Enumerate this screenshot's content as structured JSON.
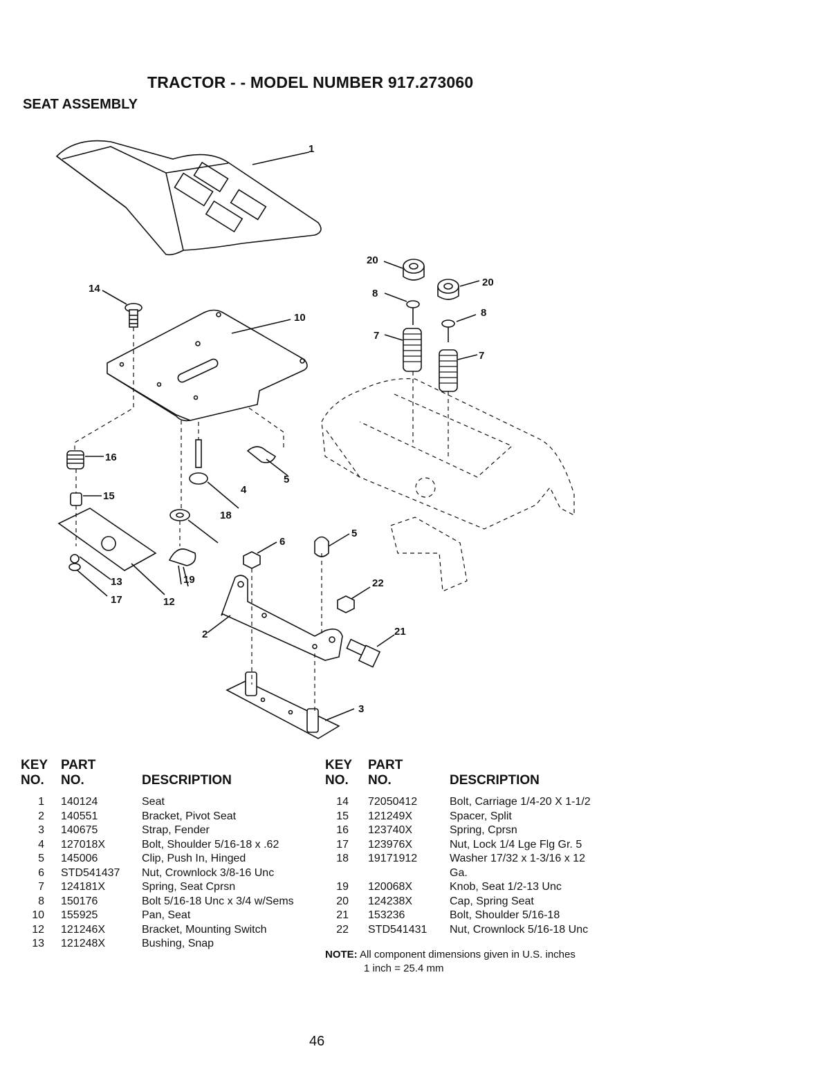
{
  "header": {
    "title": "TRACTOR - - MODEL NUMBER 917.273060",
    "subtitle": "SEAT ASSEMBLY"
  },
  "callouts": [
    "1",
    "20",
    "20",
    "14",
    "8",
    "8",
    "10",
    "7",
    "7",
    "16",
    "5",
    "4",
    "15",
    "18",
    "6",
    "5",
    "19",
    "13",
    "17",
    "12",
    "22",
    "2",
    "21",
    "3"
  ],
  "table_headers": {
    "key_line1": "KEY",
    "key_line2": "NO.",
    "part_line1": "PART",
    "part_line2": "NO.",
    "description": "DESCRIPTION"
  },
  "parts_left": [
    {
      "key": "1",
      "part": "140124",
      "desc": "Seat"
    },
    {
      "key": "2",
      "part": "140551",
      "desc": "Bracket, Pivot Seat"
    },
    {
      "key": "3",
      "part": "140675",
      "desc": "Strap, Fender"
    },
    {
      "key": "4",
      "part": "127018X",
      "desc": "Bolt, Shoulder 5/16-18 x .62"
    },
    {
      "key": "5",
      "part": "145006",
      "desc": "Clip, Push In, Hinged"
    },
    {
      "key": "6",
      "part": "STD541437",
      "desc": "Nut, Crownlock 3/8-16 Unc"
    },
    {
      "key": "7",
      "part": "124181X",
      "desc": "Spring, Seat Cprsn"
    },
    {
      "key": "8",
      "part": "150176",
      "desc": "Bolt 5/16-18 Unc x 3/4 w/Sems"
    },
    {
      "key": "10",
      "part": "155925",
      "desc": "Pan, Seat"
    },
    {
      "key": "12",
      "part": "121246X",
      "desc": "Bracket, Mounting Switch"
    },
    {
      "key": "13",
      "part": "121248X",
      "desc": "Bushing, Snap"
    }
  ],
  "parts_right": [
    {
      "key": "14",
      "part": "72050412",
      "desc": "Bolt, Carriage 1/4-20 X 1-1/2"
    },
    {
      "key": "15",
      "part": "121249X",
      "desc": "Spacer, Split"
    },
    {
      "key": "16",
      "part": "123740X",
      "desc": "Spring, Cprsn"
    },
    {
      "key": "17",
      "part": "123976X",
      "desc": "Nut, Lock 1/4 Lge Flg Gr. 5"
    },
    {
      "key": "18",
      "part": "19171912",
      "desc": "Washer 17/32 x 1-3/16 x 12 Ga."
    },
    {
      "key": "19",
      "part": "120068X",
      "desc": "Knob, Seat 1/2-13 Unc"
    },
    {
      "key": "20",
      "part": "124238X",
      "desc": "Cap, Spring Seat"
    },
    {
      "key": "21",
      "part": "153236",
      "desc": "Bolt, Shoulder 5/16-18"
    },
    {
      "key": "22",
      "part": "STD541431",
      "desc": "Nut, Crownlock 5/16-18 Unc"
    }
  ],
  "note": {
    "label": "NOTE:",
    "text": "All component dimensions given in U.S. inches",
    "conversion": "1 inch = 25.4 mm"
  },
  "page_number": "46"
}
